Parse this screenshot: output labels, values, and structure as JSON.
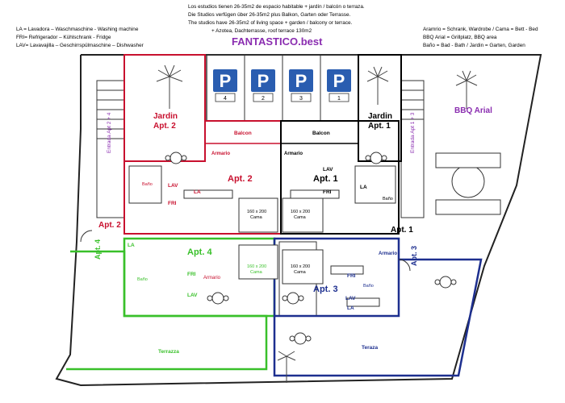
{
  "header": {
    "line1": "Los estudios tienen 26-35m2 de espacio habitable + jardín / balcón o terraza.",
    "line2": "Die Studios verfügen über 26-35m2 plus Balkon, Garten oder Terrasse.",
    "line3": "The studios have 26-35m2 of living space + garden / balcony or terrace.",
    "line4": "+ Azotea, Dachterrasse, roof terrace 130m2",
    "brand": "FANTASTICO.best"
  },
  "legend_left": [
    "LA = Lavadora – Waschmaschine - Washing machine",
    "FRI= Refrigerador – Kühlschrank - Fridge",
    "LAV= Lavavajilla – Geschirrspülmaschine – Dishwasher"
  ],
  "legend_right": [
    "Aramrio = Schrank, Wardrobe / Cama = Bett - Bed",
    "BBQ Arial = Grillplatz, BBQ area",
    "Baño = Bad -  Bath / Jardin = Garten, Garden"
  ],
  "parking": [
    "4",
    "2",
    "3",
    "1"
  ],
  "parking_symbol": "P",
  "labels": {
    "jardin": "Jardin",
    "apt2_sub": "Apt. 2",
    "apt1_sub": "Apt. 1",
    "bbq": "BBQ Arial",
    "entrada24": "Entrada Apt 2 + 4",
    "entrada13": "Entrada Apt 1 + 3",
    "balcon": "Balcon",
    "armario": "Armario",
    "apt1": "Apt. 1",
    "apt2": "Apt. 2",
    "apt3": "Apt. 3",
    "apt4": "Apt. 4",
    "bed": "160 x 200",
    "cama": "Cama",
    "bano": "Baño",
    "la": "LA",
    "lav": "LAV",
    "fri": "FRI",
    "terrazza": "Terrazza",
    "teraza": "Teraza"
  },
  "colors": {
    "apt2": "#c8102e",
    "apt4": "#39c02a",
    "apt3": "#1d2f8f",
    "parking": "#2a5db0",
    "brand": "#8a2db0"
  }
}
